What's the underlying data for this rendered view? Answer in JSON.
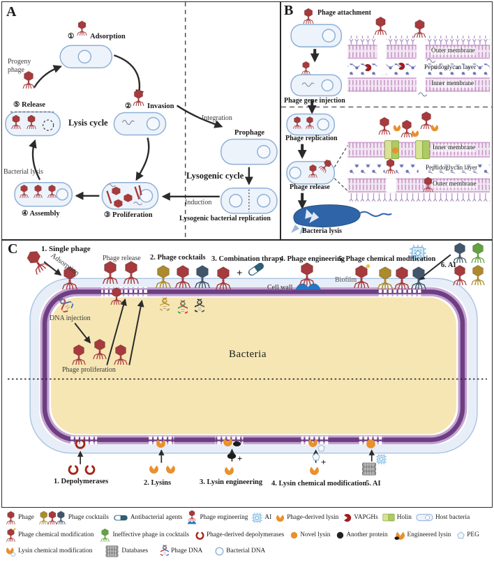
{
  "panelA": {
    "tag": "A",
    "step1_num": "①",
    "step1": "Adsorption",
    "step2_num": "②",
    "step2": "Invasion",
    "step3": "③ Proliferation",
    "step4": "④ Assembly",
    "step5": "⑤ Release",
    "cycle_label": "Lysis cycle",
    "progeny_phage": "Progeny phage",
    "bacterial_lysis": "Bacterial lysis",
    "integration": "Integration",
    "prophage": "Prophage",
    "lysogenic_cycle": "Lysogenic cycle",
    "induction": "Induction",
    "lysogenic_replication": "Lysogenic bacterial replication"
  },
  "panelB": {
    "tag": "B",
    "attachment": "Phage attachment",
    "gene_injection": "Phage gene injection",
    "replication": "Phage replication",
    "release": "Phage release",
    "bacteria_lysis": "Bacteria lysis",
    "mem_top_outer": "Outer membrane",
    "mem_top_pg": "Peptidoglycan layer",
    "mem_top_inner": "Inner membrane",
    "mem_bot_inner": "Inner membrane",
    "mem_bot_pg": "Peptidoglycan layer",
    "mem_bot_outer": "Outer membrane"
  },
  "panelC": {
    "tag": "C",
    "s1": "1.  Single phage",
    "s2": "2. Phage cocktails",
    "s3": "3. Combination thrapy",
    "s4": "4. Phage engineering",
    "s5": "5. Phage chemical modification",
    "s6": "6. AI",
    "adsorption": "Adsorption",
    "phage_release": "Phage release",
    "dna_injection": "DNA injection",
    "phage_proliferation": "Phage proliferation",
    "biofilm": "Biofilm",
    "cell_wall": "Cell wall",
    "bacteria": "Bacteria",
    "b1": "1.  Depolymerases",
    "b2": "2. Lysins",
    "b3": "3. Lysin engineering",
    "b4": "4. Lysin chemical modification",
    "b5": "5. AI",
    "plus": "+"
  },
  "colors": {
    "phage_red": "#a63a3c",
    "phage_yellow": "#ad8a2b",
    "phage_slate": "#41566b",
    "phage_green": "#63a23f",
    "lysin_orange": "#e8912d",
    "depolymerase_red": "#a32517",
    "vapgh_red": "#9e1f1f",
    "capsule_teal": "#2e5f73",
    "chip_blue": "#6fb0d8",
    "holin_green": "#aecb63",
    "membrane_purple": "#6d3f82",
    "membrane_light": "#c4a3d0",
    "cell_fill": "#edf3fb",
    "cell_stroke": "#8fb0d6",
    "cytoplasm_tan": "#f5e6b4",
    "capsule_blue": "#a9c4e2",
    "bacterium_blue": "#2f64a8",
    "db_grey": "#9f9f9f",
    "peg_blue": "#8fb6d4",
    "black": "#222222",
    "dna_yellow": "#d8a93a",
    "dna_green": "#3f9e4f",
    "dna_red": "#c03a3a",
    "dna_blue": "#4a6fb5",
    "dna_black": "#2a2a2a"
  },
  "legend": {
    "rows": [
      [
        {
          "icon": "phage",
          "c": "colors.phage_red",
          "name": "phage-icon",
          "label": "Phage"
        },
        {
          "icon": "cocktails",
          "name": "phage-cocktails-icon",
          "label": "Phage cocktails"
        },
        {
          "icon": "capsule",
          "name": "antibacterial-capsule-icon",
          "label": "Antibacterial agents"
        },
        {
          "icon": "engphage",
          "name": "phage-engineering-icon",
          "label": "Phage engineering"
        },
        {
          "icon": "chip",
          "name": "ai-chip-icon",
          "label": "AI"
        },
        {
          "icon": "lysin",
          "c": "colors.lysin_orange",
          "name": "phage-derived-lysin-icon",
          "label": "Phage-derived lysin"
        },
        {
          "icon": "vapgh",
          "name": "vapgh-icon",
          "label": "VAPGHs"
        },
        {
          "icon": "holin",
          "name": "holin-icon",
          "label": "Holin"
        },
        {
          "icon": "hostcell",
          "name": "host-bacteria-icon",
          "label": "Host bacteria"
        }
      ],
      [
        {
          "icon": "modphage",
          "name": "phage-chemical-modification-icon",
          "label": "Phage chemical modification"
        },
        {
          "icon": "phage",
          "c": "colors.phage_green",
          "name": "ineffective-phage-icon",
          "label": "Ineffective phage in cocktails"
        },
        {
          "icon": "depoly",
          "name": "depolymerase-icon",
          "label": "Phage-derived depolymerases"
        },
        {
          "icon": "dot",
          "c": "colors.lysin_orange",
          "name": "novel-lysin-icon",
          "label": "Novel lysin"
        },
        {
          "icon": "dot",
          "c": "colors.black",
          "name": "another-protein-icon",
          "label": "Another protein"
        },
        {
          "icon": "englysin",
          "name": "engineered-lysin-icon",
          "label": "Engineered lysin"
        },
        {
          "icon": "peg",
          "name": "peg-icon",
          "label": "PEG"
        }
      ],
      [
        {
          "icon": "modlysin",
          "name": "lysin-chemical-modification-icon",
          "label": "Lysin chemical modification"
        },
        {
          "icon": "db",
          "name": "databases-icon",
          "label": "Databases"
        },
        {
          "icon": "dnah",
          "v": "phage",
          "name": "phage-dna-icon",
          "label": "Phage DNA"
        },
        {
          "icon": "dnacircle",
          "name": "bacterial-dna-icon",
          "label": "Bacterial DNA"
        }
      ]
    ]
  }
}
